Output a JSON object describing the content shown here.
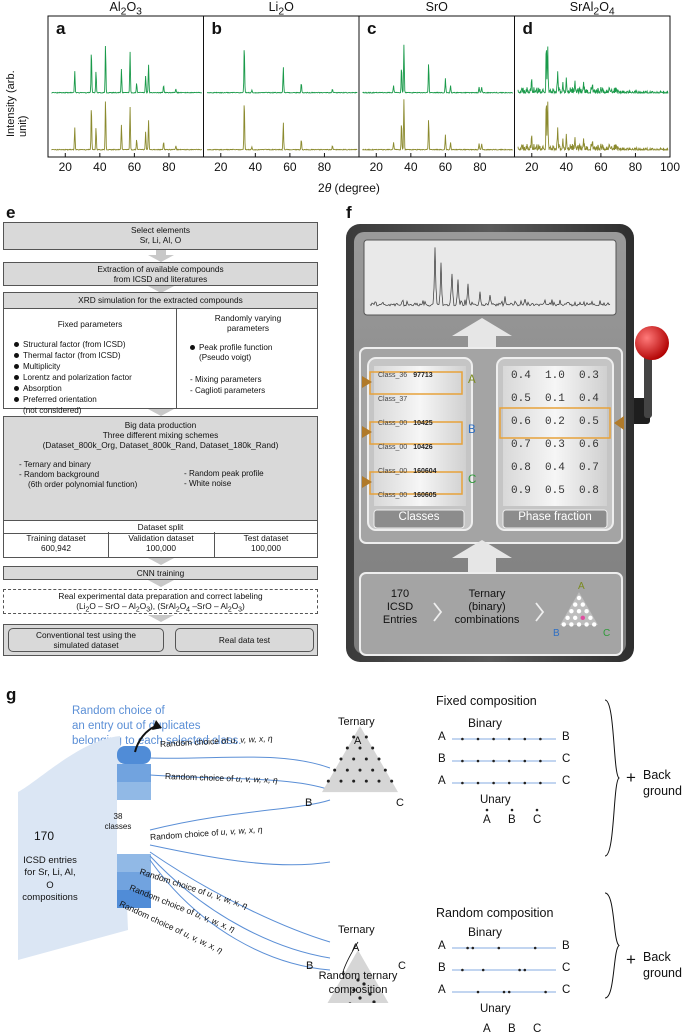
{
  "xrd": {
    "columns": [
      {
        "letter": "a",
        "compound_html": "Al<sub>2</sub>O<sub>3</sub>"
      },
      {
        "letter": "b",
        "compound_html": "Li<sub>2</sub>O"
      },
      {
        "letter": "c",
        "compound_html": "SrO"
      },
      {
        "letter": "d",
        "compound_html": "SrAl<sub>2</sub>O<sub>4</sub>"
      }
    ],
    "ylabel": "Intensity (arb. unit)",
    "xlabel_html": "2<i>θ</i> (degree)",
    "ticks": {
      "a": [
        "20",
        "40",
        "60",
        "80"
      ],
      "b": [
        "20",
        "40",
        "60",
        "80"
      ],
      "c": [
        "20",
        "40",
        "60",
        "80"
      ],
      "d": [
        "20",
        "40",
        "60",
        "80",
        "100"
      ]
    },
    "colors": {
      "simulated": "#1a9a4a",
      "experimental": "#8b8a2e"
    }
  },
  "flow": {
    "letter": "e",
    "select_title": "Select elements",
    "select_elements": "Sr, Li, Al, O",
    "extract_line1": "Extraction of available compounds",
    "extract_line2": "from ICSD and literatures",
    "xrd_sim": "XRD simulation for the extracted compounds",
    "fixed_title": "Fixed parameters",
    "fixed_items": [
      "Structural factor (from ICSD)",
      "Thermal factor (from ICSD)",
      "Multiplicity",
      "Lorentz and polarization factor",
      "Absorption",
      "Preferred orientation"
    ],
    "fixed_note": "(not considered)",
    "random_title_1": "Randomly varying",
    "random_title_2": "parameters",
    "peak_profile": "Peak profile function",
    "peak_profile_note": "(Pseudo voigt)",
    "mixing": "- Mixing parameters",
    "caglioti": "- Caglioti parameters",
    "bigdata_title": "Big data production",
    "bigdata_sub": "Three different mixing schemes",
    "bigdata_sets": "(Dataset_800k_Org, Dataset_800k_Rand, Dataset_180k_Rand)",
    "tern_binary": "- Ternary and binary",
    "random_bg": "- Random background",
    "random_bg_note": "(6th order polynomial function)",
    "random_peak": "- Random peak profile",
    "white_noise": "- White noise",
    "dataset_split": "Dataset split",
    "training_label": "Training dataset",
    "training_val": "600,942",
    "validation_label": "Validation dataset",
    "validation_val": "100,000",
    "test_label": "Test dataset",
    "test_val": "100,000",
    "cnn": "CNN training",
    "real_prep": "Real experimental data preparation and correct labeling",
    "real_prep_sub_html": "(Li<sub>2</sub>O – SrO – Al<sub>2</sub>O<sub>3</sub>), (SrAl<sub>2</sub>O<sub>4</sub> –SrO – Al<sub>2</sub>O<sub>3</sub>)",
    "conv_test_1": "Conventional test using the",
    "conv_test_2": "simulated dataset",
    "real_test": "Real data test"
  },
  "slot": {
    "letter": "f",
    "classes_label": "Classes",
    "phase_label": "Phase fraction",
    "class_rows": [
      {
        "name": "Class_36",
        "id": "97713"
      },
      {
        "name": "Class_37",
        "id": ""
      },
      {
        "name": "Class_00",
        "id": "10425"
      },
      {
        "name": "Class_00",
        "id": "10426"
      },
      {
        "name": "Class_00",
        "id": "160604"
      },
      {
        "name": "Class_00",
        "id": "160605"
      }
    ],
    "abc": [
      "A",
      "B",
      "C"
    ],
    "fractions": [
      [
        "0.4",
        "1.0",
        "0.3"
      ],
      [
        "0.5",
        "0.1",
        "0.4"
      ],
      [
        "0.6",
        "0.2",
        "0.5"
      ],
      [
        "0.7",
        "0.3",
        "0.6"
      ],
      [
        "0.8",
        "0.4",
        "0.7"
      ],
      [
        "0.9",
        "0.5",
        "0.8"
      ]
    ],
    "entries_count": "170",
    "entries_line1": "ICSD",
    "entries_line2": "Entries",
    "comb_line1": "Ternary",
    "comb_line2": "(binary)",
    "comb_line3": "combinations",
    "tri_a": "A",
    "tri_b": "B",
    "tri_c": "C",
    "colors": {
      "A": "#7a8a1e",
      "B": "#2e6fc4",
      "C": "#2f9a3a",
      "knob": "#d01c1c"
    }
  },
  "mix": {
    "letter": "g",
    "random_choice_1": "Random choice of",
    "random_choice_2": "an entry out of duplicates",
    "random_choice_3": "belonging to each selected class.",
    "icsd_count": "170",
    "icsd_1": "ICSD entries",
    "icsd_2": "for Sr, Li, Al, O",
    "icsd_3": "compositions",
    "classes_count": "38",
    "classes_word": "classes",
    "rc_label_html": "Random choice of <i>u, v, w, x, η</i>",
    "fixed_title": "Fixed composition",
    "random_title": "Random composition",
    "ternary": "Ternary",
    "binary": "Binary",
    "unary": "Unary",
    "random_ternary_1": "Random ternary",
    "random_ternary_2": "composition",
    "plus": "+",
    "back_1": "Back",
    "back_2": "ground",
    "binary_pairs": [
      [
        "A",
        "B"
      ],
      [
        "B",
        "C"
      ],
      [
        "A",
        "C"
      ]
    ],
    "unary_labels": [
      "A",
      "B",
      "C"
    ],
    "tri_labels": [
      "A",
      "B",
      "C"
    ],
    "blue": "#5b8fd6"
  }
}
